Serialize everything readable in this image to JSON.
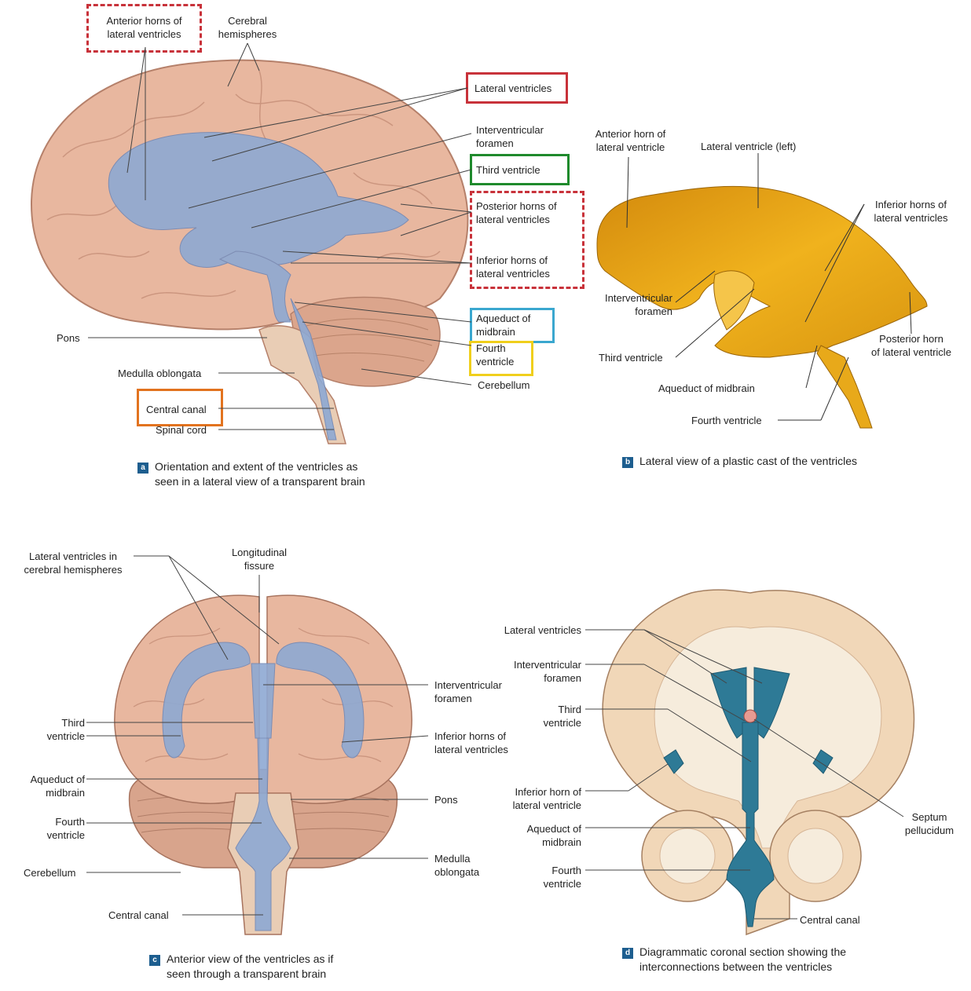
{
  "panel_a": {
    "labels": {
      "anterior_horns": "Anterior horns of\nlateral ventricles",
      "cerebral_hemispheres": "Cerebral\nhemispheres",
      "lateral_ventricles": "Lateral ventricles",
      "interventricular_foramen": "Interventricular\nforamen",
      "third_ventricle": "Third ventricle",
      "posterior_horns": "Posterior horns of\nlateral ventricles",
      "inferior_horns": "Inferior horns of\nlateral ventricles",
      "aqueduct": "Aqueduct of\nmidbrain",
      "fourth_ventricle": "Fourth\nventricle",
      "cerebellum": "Cerebellum",
      "pons": "Pons",
      "medulla": "Medulla oblongata",
      "central_canal": "Central canal",
      "spinal_cord": "Spinal cord"
    },
    "caption_tag": "a",
    "caption": "Orientation and extent of the ventricles as\nseen in a lateral view of a transparent brain"
  },
  "panel_b": {
    "labels": {
      "anterior_horn": "Anterior horn of\nlateral ventricle",
      "lateral_ventricle_left": "Lateral ventricle (left)",
      "inferior_horns": "Inferior horns of\nlateral ventricles",
      "interventricular_foramen": "Interventricular\nforamen",
      "posterior_horn": "Posterior horn\nof lateral ventricle",
      "third_ventricle": "Third ventricle",
      "aqueduct": "Aqueduct of midbrain",
      "fourth_ventricle": "Fourth ventricle"
    },
    "caption_tag": "b",
    "caption": "Lateral view of a plastic cast of the ventricles"
  },
  "panel_c": {
    "labels": {
      "lateral_ventricles_hemi": "Lateral ventricles in\ncerebral hemispheres",
      "longitudinal_fissure": "Longitudinal\nfissure",
      "interventricular_foramen": "Interventricular\nforamen",
      "third_ventricle": "Third\nventricle",
      "inferior_horns": "Inferior horns of\nlateral ventricles",
      "aqueduct": "Aqueduct of\nmidbrain",
      "pons": "Pons",
      "fourth_ventricle": "Fourth\nventricle",
      "cerebellum": "Cerebellum",
      "medulla": "Medulla\noblongata",
      "central_canal": "Central canal"
    },
    "caption_tag": "c",
    "caption": "Anterior view of the ventricles as if\nseen through a transparent brain"
  },
  "panel_d": {
    "labels": {
      "lateral_ventricles": "Lateral ventricles",
      "interventricular_foramen": "Interventricular\nforamen",
      "third_ventricle": "Third\nventricle",
      "inferior_horn": "Inferior horn of\nlateral ventricle",
      "aqueduct": "Aqueduct of\nmidbrain",
      "fourth_ventricle": "Fourth\nventricle",
      "septum": "Septum\npellucidum",
      "central_canal": "Central canal"
    },
    "caption_tag": "d",
    "caption": "Diagrammatic coronal section showing the\ninterconnections between the ventricles"
  },
  "highlight_colors": {
    "red": "#c8323a",
    "green": "#1f8a2c",
    "cyan": "#3aa7cf",
    "yellow": "#f0cf1c",
    "orange": "#e2731f"
  }
}
